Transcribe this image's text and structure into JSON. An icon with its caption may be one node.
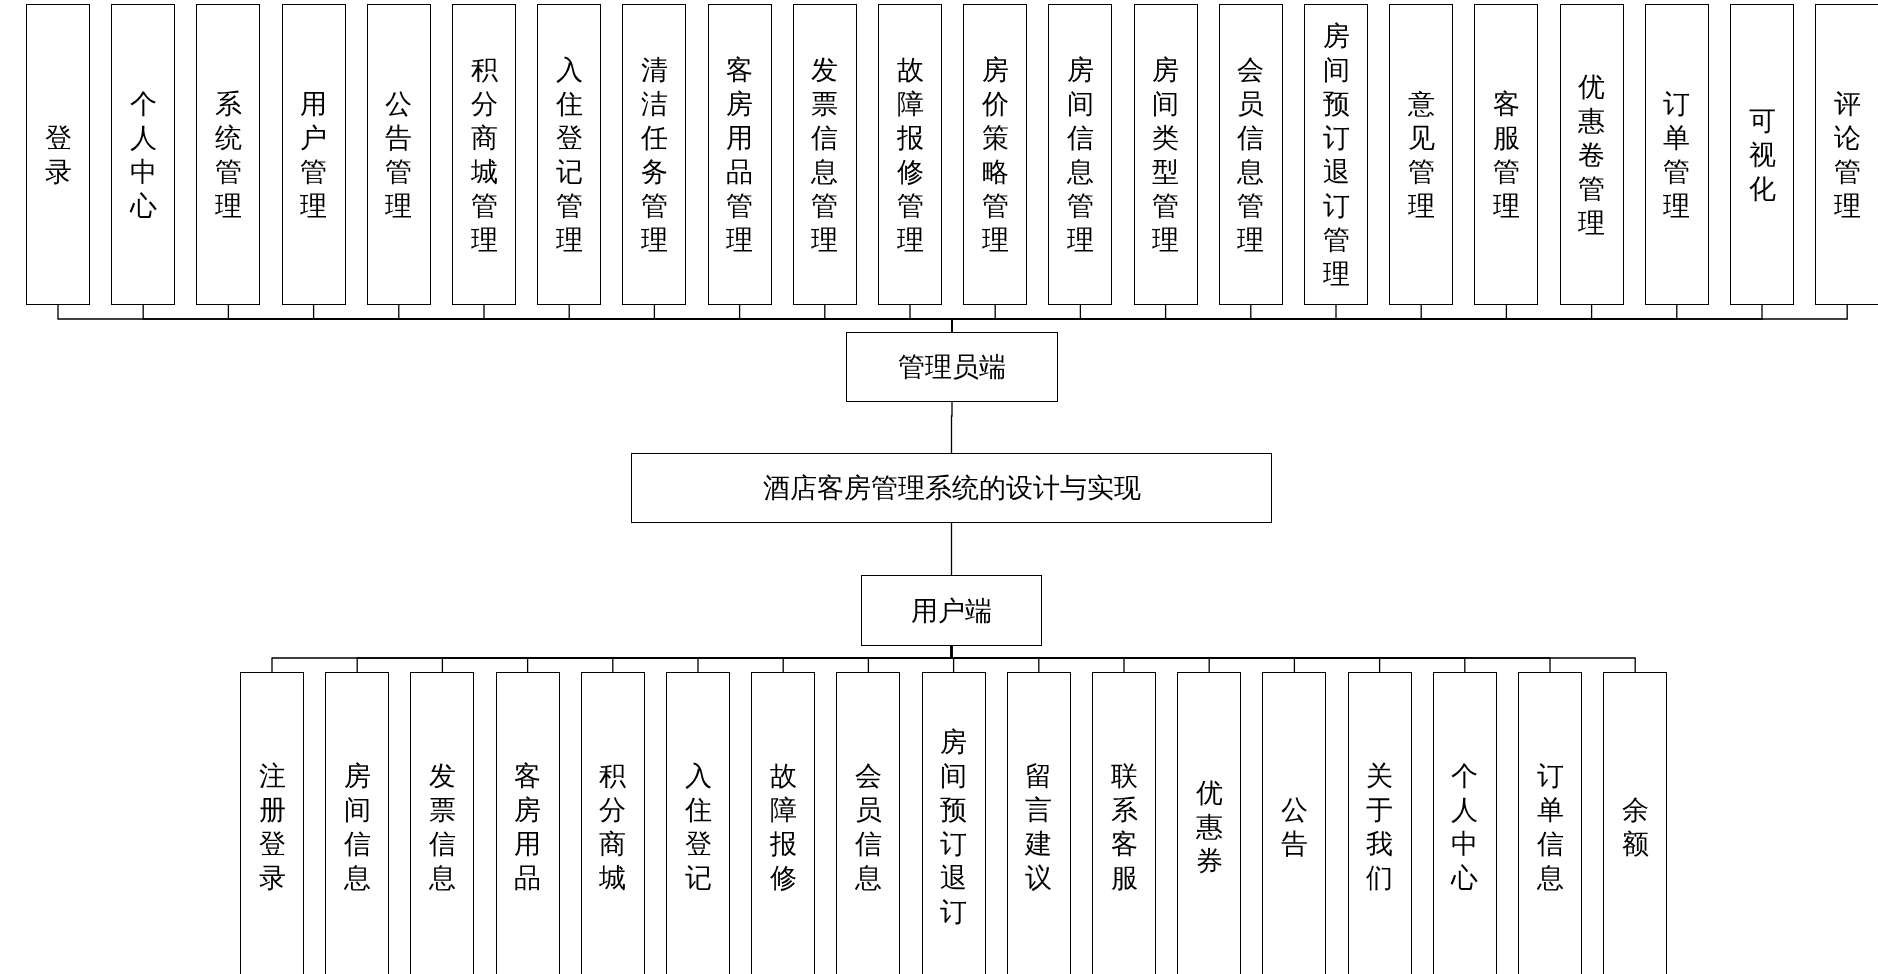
{
  "diagram": {
    "nodes": [
      {
        "text": [
          "登录"
        ]
      },
      {
        "text": [
          "个人中心"
        ]
      },
      {
        "text": [
          "系统管理"
        ]
      },
      {
        "text": [
          "用户管理"
        ]
      },
      {
        "text": [
          "公告管理"
        ]
      },
      {
        "text": [
          "积分商城管理"
        ]
      },
      {
        "text": [
          "入住登记管理"
        ]
      },
      {
        "text": [
          "清洁任务管理"
        ]
      },
      {
        "text": [
          "客房用品管理"
        ]
      },
      {
        "text": [
          "发票信息管理"
        ]
      },
      {
        "text": [
          "故障报修管理"
        ]
      },
      {
        "text": [
          "房价策略管理"
        ]
      },
      {
        "text": [
          "房间信息管理"
        ]
      },
      {
        "text": [
          "房间类型管理"
        ]
      },
      {
        "text": [
          "会员信息管理"
        ]
      },
      {
        "text": [
          "房间预订退订管理"
        ]
      },
      {
        "text": [
          "意见管理"
        ]
      },
      {
        "text": [
          "客服管理"
        ]
      },
      {
        "text": [
          "优惠卷管理"
        ]
      },
      {
        "text": [
          "订单管理"
        ]
      },
      {
        "text": [
          "可视化"
        ]
      },
      {
        "text": [
          "评论管理"
        ]
      },
      {
        "text": [
          "管理员端"
        ]
      },
      {
        "text": [
          "酒店客房管理系统的设计与实现"
        ]
      },
      {
        "text": [
          "用户端"
        ]
      },
      {
        "text": [
          "注册登录"
        ]
      },
      {
        "text": [
          "房间信息"
        ]
      },
      {
        "text": [
          "发票信息"
        ]
      },
      {
        "text": [
          "客房用品"
        ]
      },
      {
        "text": [
          "积分商城"
        ]
      },
      {
        "text": [
          "入住登记"
        ]
      },
      {
        "text": [
          "故障报修"
        ]
      },
      {
        "text": [
          "会员信息"
        ]
      },
      {
        "text": [
          "房间预订退订"
        ]
      },
      {
        "text": [
          "留言建议"
        ]
      },
      {
        "text": [
          "联系客服"
        ]
      },
      {
        "text": [
          "优惠券"
        ]
      },
      {
        "text": [
          "公告"
        ]
      },
      {
        "text": [
          "关于我们"
        ]
      },
      {
        "text": [
          "个人中心"
        ]
      },
      {
        "text": [
          "订单信息"
        ]
      },
      {
        "text": [
          "余额"
        ]
      }
    ],
    "edges": [
      {
        "from": 22,
        "to": 0,
        "arrow": "none"
      },
      {
        "from": 22,
        "to": 1,
        "arrow": "none"
      },
      {
        "from": 22,
        "to": 2,
        "arrow": "none"
      },
      {
        "from": 22,
        "to": 3,
        "arrow": "none"
      },
      {
        "from": 22,
        "to": 4,
        "arrow": "none"
      },
      {
        "from": 22,
        "to": 5,
        "arrow": "none"
      },
      {
        "from": 22,
        "to": 6,
        "arrow": "none"
      },
      {
        "from": 22,
        "to": 7,
        "arrow": "none"
      },
      {
        "from": 22,
        "to": 8,
        "arrow": "none"
      },
      {
        "from": 22,
        "to": 9,
        "arrow": "none"
      },
      {
        "from": 22,
        "to": 10,
        "arrow": "none"
      },
      {
        "from": 22,
        "to": 11,
        "arrow": "none"
      },
      {
        "from": 22,
        "to": 12,
        "arrow": "none"
      },
      {
        "from": 22,
        "to": 13,
        "arrow": "none"
      },
      {
        "from": 22,
        "to": 14,
        "arrow": "none"
      },
      {
        "from": 22,
        "to": 15,
        "arrow": "none"
      },
      {
        "from": 22,
        "to": 16,
        "arrow": "none"
      },
      {
        "from": 22,
        "to": 17,
        "arrow": "none"
      },
      {
        "from": 22,
        "to": 18,
        "arrow": "none"
      },
      {
        "from": 22,
        "to": 19,
        "arrow": "none"
      },
      {
        "from": 22,
        "to": 20,
        "arrow": "none"
      },
      {
        "from": 22,
        "to": 21,
        "arrow": "none"
      },
      {
        "from": 23,
        "to": 22,
        "arrow": "none"
      },
      {
        "from": 23,
        "to": 24,
        "arrow": "none"
      },
      {
        "from": 24,
        "to": 25,
        "arrow": "none"
      },
      {
        "from": 24,
        "to": 26,
        "arrow": "none"
      },
      {
        "from": 24,
        "to": 27,
        "arrow": "none"
      },
      {
        "from": 24,
        "to": 28,
        "arrow": "none"
      },
      {
        "from": 24,
        "to": 29,
        "arrow": "none"
      },
      {
        "from": 24,
        "to": 30,
        "arrow": "none"
      },
      {
        "from": 24,
        "to": 31,
        "arrow": "none"
      },
      {
        "from": 24,
        "to": 32,
        "arrow": "none"
      },
      {
        "from": 24,
        "to": 33,
        "arrow": "none"
      },
      {
        "from": 24,
        "to": 34,
        "arrow": "none"
      },
      {
        "from": 24,
        "to": 35,
        "arrow": "none"
      },
      {
        "from": 24,
        "to": 36,
        "arrow": "none"
      },
      {
        "from": 24,
        "to": 37,
        "arrow": "none"
      },
      {
        "from": 24,
        "to": 38,
        "arrow": "none"
      },
      {
        "from": 24,
        "to": 39,
        "arrow": "none"
      },
      {
        "from": 24,
        "to": 40,
        "arrow": "none"
      },
      {
        "from": 24,
        "to": 41,
        "arrow": "none"
      }
    ]
  }
}
